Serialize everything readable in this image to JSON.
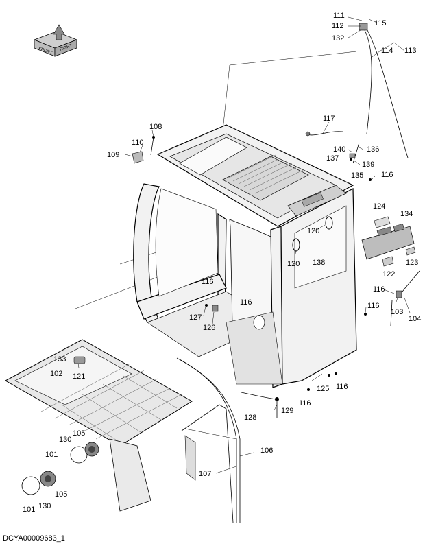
{
  "diagram_id": "DCYA00009683_1",
  "compass": {
    "front_label": "FRONT",
    "right_label": "RIGHT"
  },
  "callouts": [
    {
      "id": "c111",
      "text": "111"
    },
    {
      "id": "c112",
      "text": "112"
    },
    {
      "id": "c132",
      "text": "132"
    },
    {
      "id": "c115",
      "text": "115"
    },
    {
      "id": "c114",
      "text": "114"
    },
    {
      "id": "c113",
      "text": "113"
    },
    {
      "id": "c108",
      "text": "108"
    },
    {
      "id": "c110",
      "text": "110"
    },
    {
      "id": "c109",
      "text": "109"
    },
    {
      "id": "c117",
      "text": "117"
    },
    {
      "id": "c140",
      "text": "140"
    },
    {
      "id": "c136",
      "text": "136"
    },
    {
      "id": "c137",
      "text": "137"
    },
    {
      "id": "c139",
      "text": "139"
    },
    {
      "id": "c135",
      "text": "135"
    },
    {
      "id": "c116a",
      "text": "116"
    },
    {
      "id": "c124",
      "text": "124"
    },
    {
      "id": "c134",
      "text": "134"
    },
    {
      "id": "c120a",
      "text": "120"
    },
    {
      "id": "c120b",
      "text": "120"
    },
    {
      "id": "c138",
      "text": "138"
    },
    {
      "id": "c123",
      "text": "123"
    },
    {
      "id": "c122",
      "text": "122"
    },
    {
      "id": "c116b",
      "text": "116"
    },
    {
      "id": "c116c",
      "text": "116"
    },
    {
      "id": "c116d",
      "text": "116"
    },
    {
      "id": "c103",
      "text": "103"
    },
    {
      "id": "c104",
      "text": "104"
    },
    {
      "id": "c127",
      "text": "127"
    },
    {
      "id": "c126",
      "text": "126"
    },
    {
      "id": "c116e",
      "text": "116"
    },
    {
      "id": "c133",
      "text": "133"
    },
    {
      "id": "c102",
      "text": "102"
    },
    {
      "id": "c121",
      "text": "121"
    },
    {
      "id": "c125",
      "text": "125"
    },
    {
      "id": "c116f",
      "text": "116"
    },
    {
      "id": "c116g",
      "text": "116"
    },
    {
      "id": "c128",
      "text": "128"
    },
    {
      "id": "c129",
      "text": "129"
    },
    {
      "id": "c106",
      "text": "106"
    },
    {
      "id": "c107",
      "text": "107"
    },
    {
      "id": "c130a",
      "text": "130"
    },
    {
      "id": "c105a",
      "text": "105"
    },
    {
      "id": "c101a",
      "text": "101"
    },
    {
      "id": "c105b",
      "text": "105"
    },
    {
      "id": "c101b",
      "text": "101"
    },
    {
      "id": "c130b",
      "text": "130"
    }
  ]
}
